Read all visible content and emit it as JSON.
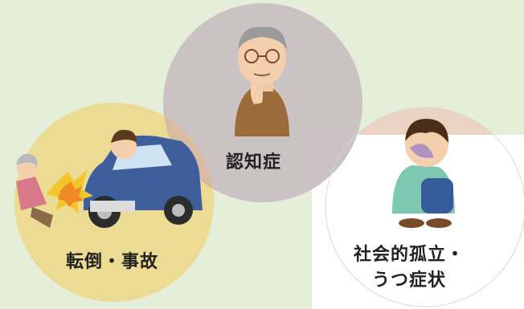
{
  "circles": {
    "dementia": {
      "label": "認知症",
      "color": "#c9bfc3"
    },
    "falls": {
      "label": "転倒・事故",
      "color": "#ecd98e"
    },
    "isolation": {
      "line1": "社会的孤立・",
      "line2": "うつ症状",
      "color": "#ead3c3"
    }
  },
  "illustrations": {
    "dementia": "elderly-man-thinking",
    "falls": "car-hitting-elderly-woman",
    "isolation": "depressed-person-sitting"
  }
}
